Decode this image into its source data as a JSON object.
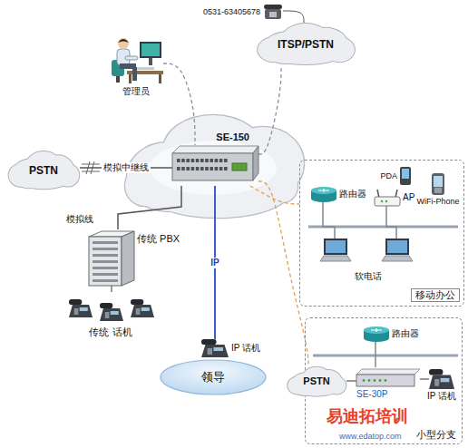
{
  "diagram": {
    "nodes": [
      {
        "text": [
          "ITSP/PSTN"
        ]
      },
      {
        "text": [
          "0531-63405678"
        ]
      },
      {
        "text": [
          "管理员"
        ]
      },
      {
        "text": [
          "PSTN"
        ]
      },
      {
        "text": [
          "SE-150"
        ]
      },
      {
        "text": [
          "传统 PBX"
        ]
      },
      {
        "text": [
          "传统 话机"
        ]
      },
      {
        "text": [
          "IP 话机"
        ]
      },
      {
        "text": [
          "领导"
        ]
      },
      {
        "text": [
          "移动办公"
        ]
      },
      {
        "text": [
          "PDA"
        ],
        "in": 9
      },
      {
        "text": [
          "路由器"
        ],
        "in": 9
      },
      {
        "text": [
          "AP"
        ],
        "in": 9
      },
      {
        "text": [
          "WiFi-Phone"
        ],
        "in": 9
      },
      {
        "text": [
          "软电话"
        ],
        "in": 9
      },
      {
        "text": [
          "小型分支"
        ]
      },
      {
        "text": [
          "路由器"
        ],
        "in": 15
      },
      {
        "text": [
          "PSTN"
        ]
      },
      {
        "text": [
          "SE-30P"
        ],
        "in": 15
      },
      {
        "text": [
          "IP 话机"
        ],
        "in": 15
      }
    ],
    "edges": [
      {
        "from": 2,
        "to": 4,
        "arrow": "none"
      },
      {
        "from": 4,
        "to": 0,
        "arrow": "none"
      },
      {
        "from": 0,
        "to": 1,
        "arrow": "none"
      },
      {
        "from": 3,
        "to": 4,
        "label": "模拟中继线",
        "arrow": "none"
      },
      {
        "from": 4,
        "to": 5,
        "label": "模拟线",
        "arrow": "none"
      },
      {
        "from": 5,
        "to": 6,
        "arrow": "none"
      },
      {
        "from": 4,
        "to": 7,
        "label": "IP",
        "arrow": "none"
      },
      {
        "from": 4,
        "to": 9,
        "arrow": "none"
      },
      {
        "from": 4,
        "to": 17,
        "arrow": "none"
      },
      {
        "from": 11,
        "to": 14,
        "arrow": "none"
      },
      {
        "from": 12,
        "to": 14,
        "arrow": "none"
      },
      {
        "from": 16,
        "to": 18,
        "arrow": "none"
      },
      {
        "from": 18,
        "to": 19,
        "arrow": "none"
      },
      {
        "from": 17,
        "to": 18,
        "arrow": "none"
      }
    ],
    "labels": [
      "易迪拓培训",
      "www.edatop.com"
    ]
  }
}
